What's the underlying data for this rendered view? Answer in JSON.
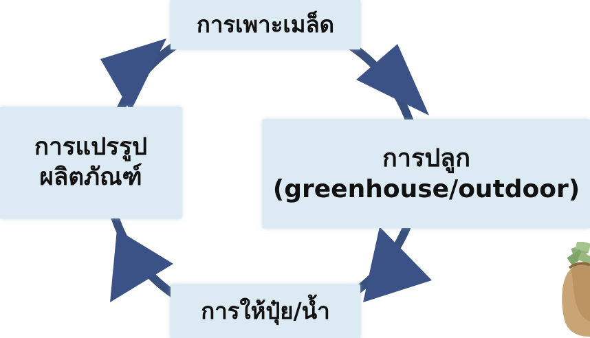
{
  "diagram": {
    "type": "cycle",
    "colors": {
      "ring": "#394f7c",
      "arrow": "#3b5287",
      "box": "#dcebf3",
      "text": "#111111"
    },
    "stages": {
      "top": {
        "lines": [
          "การเพาะเมล็ด"
        ]
      },
      "right": {
        "lines": [
          "การปลูก",
          "(greenhouse/outdoor)"
        ]
      },
      "bottom": {
        "lines": [
          "การให้ปุ๋ย/น้ำ"
        ]
      },
      "left": {
        "lines": [
          "การแปรรูป",
          "ผลิตภัณฑ์"
        ]
      }
    },
    "decoration": "money-bag-image"
  }
}
